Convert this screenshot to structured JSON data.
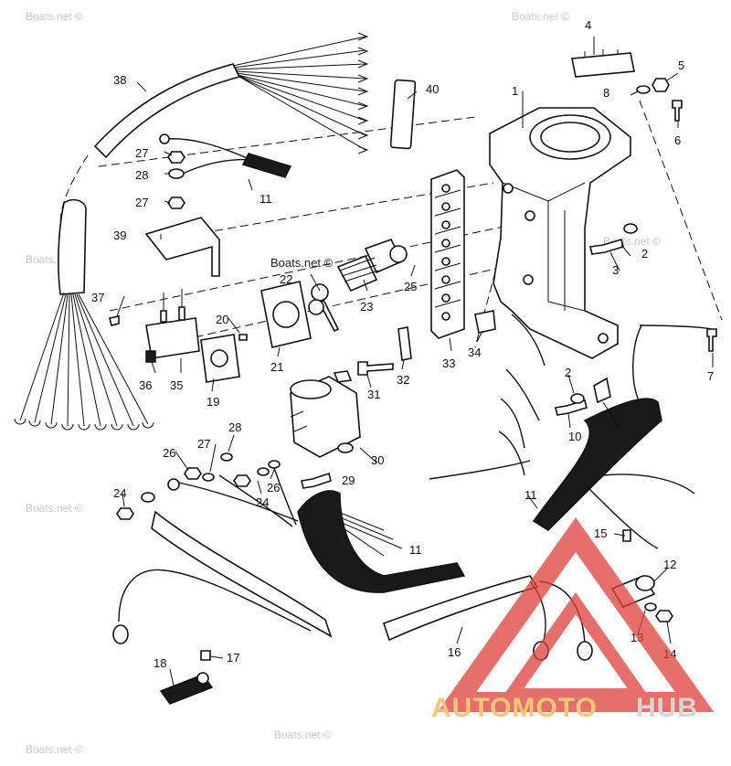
{
  "watermarks": {
    "text": "Boats.net ©"
  },
  "brand": {
    "part_a": "AUTOMOTO",
    "part_b": "HUB",
    "color_a": "#f0b54a",
    "color_b": "#c9c9c9",
    "triangle_color": "#e0403a"
  },
  "callouts": [
    {
      "id": "c1",
      "text": "1"
    },
    {
      "id": "c2a",
      "text": "2"
    },
    {
      "id": "c2b",
      "text": "2"
    },
    {
      "id": "c3",
      "text": "3"
    },
    {
      "id": "c4",
      "text": "4"
    },
    {
      "id": "c5",
      "text": "5"
    },
    {
      "id": "c6",
      "text": "6"
    },
    {
      "id": "c7",
      "text": "7"
    },
    {
      "id": "c8",
      "text": "8"
    },
    {
      "id": "c9",
      "text": "9"
    },
    {
      "id": "c10",
      "text": "10"
    },
    {
      "id": "c11a",
      "text": "11"
    },
    {
      "id": "c11b",
      "text": "11"
    },
    {
      "id": "c11c",
      "text": "11"
    },
    {
      "id": "c12",
      "text": "12"
    },
    {
      "id": "c13",
      "text": "13"
    },
    {
      "id": "c14",
      "text": "14"
    },
    {
      "id": "c15",
      "text": "15"
    },
    {
      "id": "c16",
      "text": "16"
    },
    {
      "id": "c17",
      "text": "17"
    },
    {
      "id": "c18",
      "text": "18"
    },
    {
      "id": "c19",
      "text": "19"
    },
    {
      "id": "c20",
      "text": "20"
    },
    {
      "id": "c21",
      "text": "21"
    },
    {
      "id": "c22",
      "text": "22"
    },
    {
      "id": "c23",
      "text": "23"
    },
    {
      "id": "c24a",
      "text": "24"
    },
    {
      "id": "c24b",
      "text": "24"
    },
    {
      "id": "c25",
      "text": "25"
    },
    {
      "id": "c26a",
      "text": "26"
    },
    {
      "id": "c26b",
      "text": "26"
    },
    {
      "id": "c27a",
      "text": "27"
    },
    {
      "id": "c27b",
      "text": "27"
    },
    {
      "id": "c27c",
      "text": "27"
    },
    {
      "id": "c28a",
      "text": "28"
    },
    {
      "id": "c28b",
      "text": "28"
    },
    {
      "id": "c29",
      "text": "29"
    },
    {
      "id": "c30",
      "text": "30"
    },
    {
      "id": "c31",
      "text": "31"
    },
    {
      "id": "c32",
      "text": "32"
    },
    {
      "id": "c33",
      "text": "33"
    },
    {
      "id": "c34",
      "text": "34"
    },
    {
      "id": "c35",
      "text": "35"
    },
    {
      "id": "c36",
      "text": "36"
    },
    {
      "id": "c37",
      "text": "37"
    },
    {
      "id": "c38",
      "text": "38"
    },
    {
      "id": "c39",
      "text": "39"
    },
    {
      "id": "c40",
      "text": "40"
    }
  ]
}
